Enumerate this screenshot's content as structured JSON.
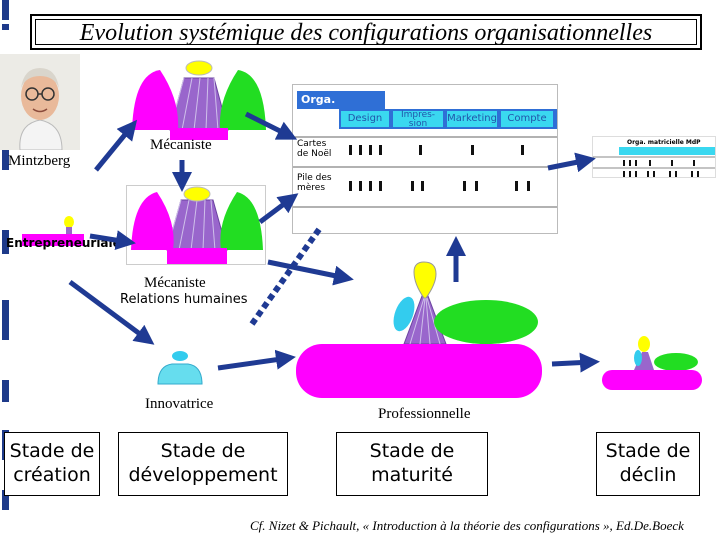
{
  "title": "Evolution systémique des configurations organisationnelles",
  "author_label": "Mintzberg",
  "configs": {
    "mecaniste_top": "Mécaniste",
    "entrepreneuriale": "Entrepreneuriale",
    "mecaniste_mid_line1": "Mécaniste",
    "mecaniste_mid_line2": "Relations humaines",
    "innovatrice": "Innovatrice",
    "professionnelle": "Professionnelle"
  },
  "matrix": {
    "title": "Orga. matricielle MdP",
    "columns": [
      "Design",
      "Impres-sion",
      "Marketing",
      "Compte"
    ],
    "rows": [
      "Cartes de Noël",
      "Pile des mères"
    ],
    "small_title": "Orga. matricielle MdP"
  },
  "stages": {
    "creation": [
      "Stade de",
      "création"
    ],
    "developpement": [
      "Stade de",
      "développement"
    ],
    "maturite": [
      "Stade de",
      "maturité"
    ],
    "declin": [
      "Stade de",
      "déclin"
    ]
  },
  "citation": "Cf. Nizet & Pichault, « Introduction à la théorie des configurations », Ed.De.Boeck",
  "colors": {
    "arrow": "#1f3a93",
    "magenta": "#ff00ff",
    "yellow": "#ffff00",
    "green": "#22dd22",
    "cyan": "#33ccee",
    "mesh": "#9966cc",
    "matrix_header": "#2f6fd6",
    "matrix_cell": "#3ad8f0"
  }
}
